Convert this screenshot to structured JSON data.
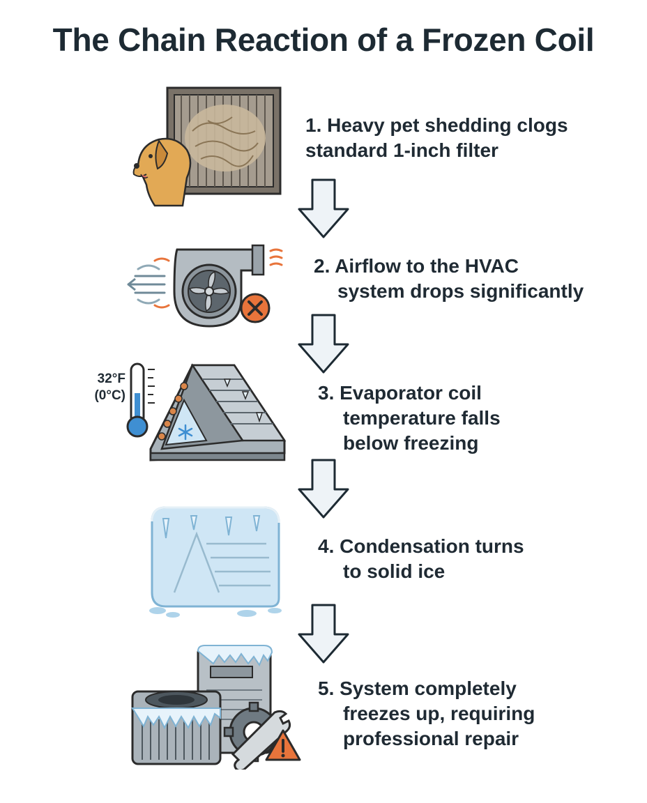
{
  "title": "The Chain Reaction of a Frozen Coil",
  "steps": [
    {
      "lines": [
        "1. Heavy pet shedding clogs",
        "standard 1-inch filter"
      ]
    },
    {
      "lines": [
        "2. Airflow to the HVAC",
        "system drops significantly"
      ]
    },
    {
      "lines": [
        "3. Evaporator coil",
        "temperature falls",
        "below freezing"
      ]
    },
    {
      "lines": [
        "4. Condensation turns",
        "to solid ice"
      ]
    },
    {
      "lines": [
        "5. System completely",
        "freezes up, requiring",
        "professional repair"
      ]
    }
  ],
  "thermometer": {
    "line1": "32°F",
    "line2": "(0°C)"
  },
  "colors": {
    "text": "#1f2a33",
    "arrow_fill": "#eef3f7",
    "arrow_stroke": "#1d2a33",
    "ice": "#cfe6f5",
    "alert_orange": "#e8743b"
  },
  "icons": [
    "dog-icon",
    "clogged-filter-icon",
    "blower-fan-icon",
    "error-x-icon",
    "thermometer-icon",
    "evaporator-coil-icon",
    "snowflake-icon",
    "ice-block-icon",
    "frozen-ac-unit-icon",
    "wrench-gear-icon",
    "warning-triangle-icon",
    "down-arrow-icon"
  ]
}
